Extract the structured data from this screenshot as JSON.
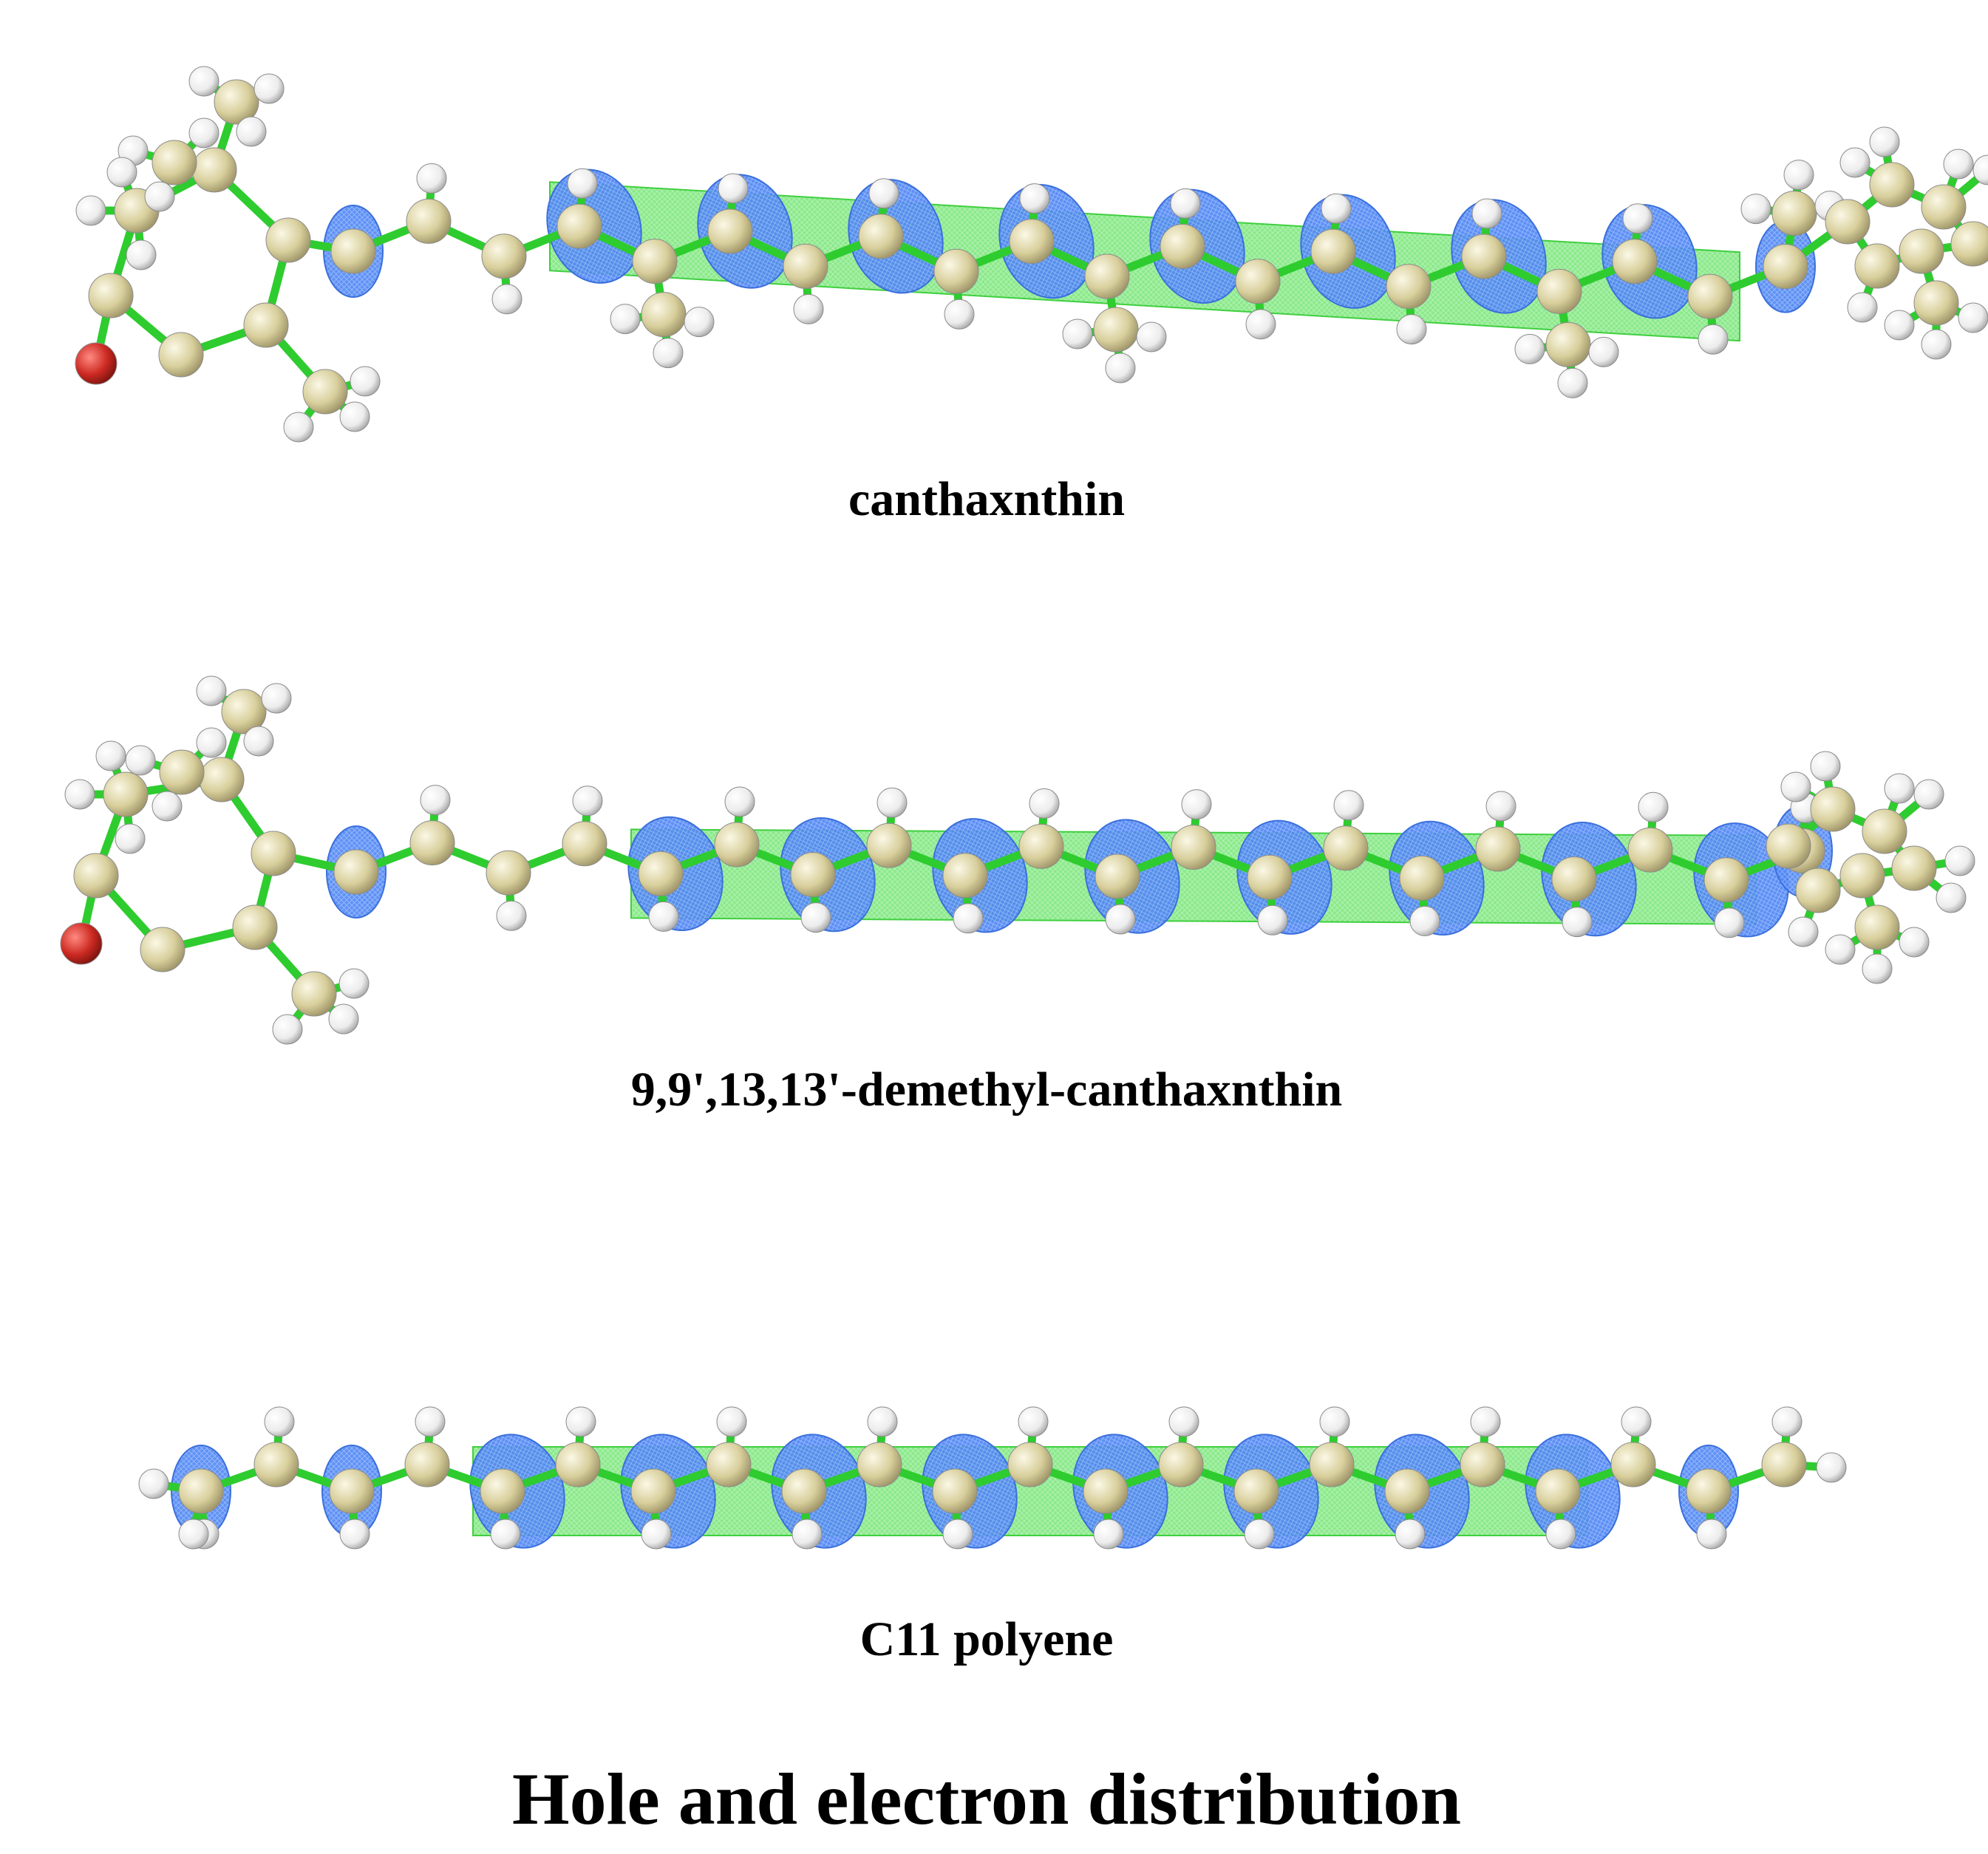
{
  "colors": {
    "background": "#ffffff",
    "bond": "#2ecc2e",
    "carbon": "#d8cf9c",
    "hydrogen": "#f2f2f2",
    "oxygen": "#cc2a22",
    "hole_isosurface": "#4f86f2",
    "electron_isosurface": "#55dc55"
  },
  "molecules": [
    {
      "id": "canthaxanthin",
      "label": "canthaxnthin",
      "has_end_rings": true,
      "methyl_groups": "9,9',13,13' present"
    },
    {
      "id": "demethyl-canthaxanthin",
      "label": "9,9',13,13'-demethyl-canthaxnthin",
      "has_end_rings": true,
      "methyl_groups": "9,9',13,13' removed"
    },
    {
      "id": "c11-polyene",
      "label": "C11 polyene",
      "has_end_rings": false
    }
  ],
  "figure_title": "Hole and electron distribution"
}
